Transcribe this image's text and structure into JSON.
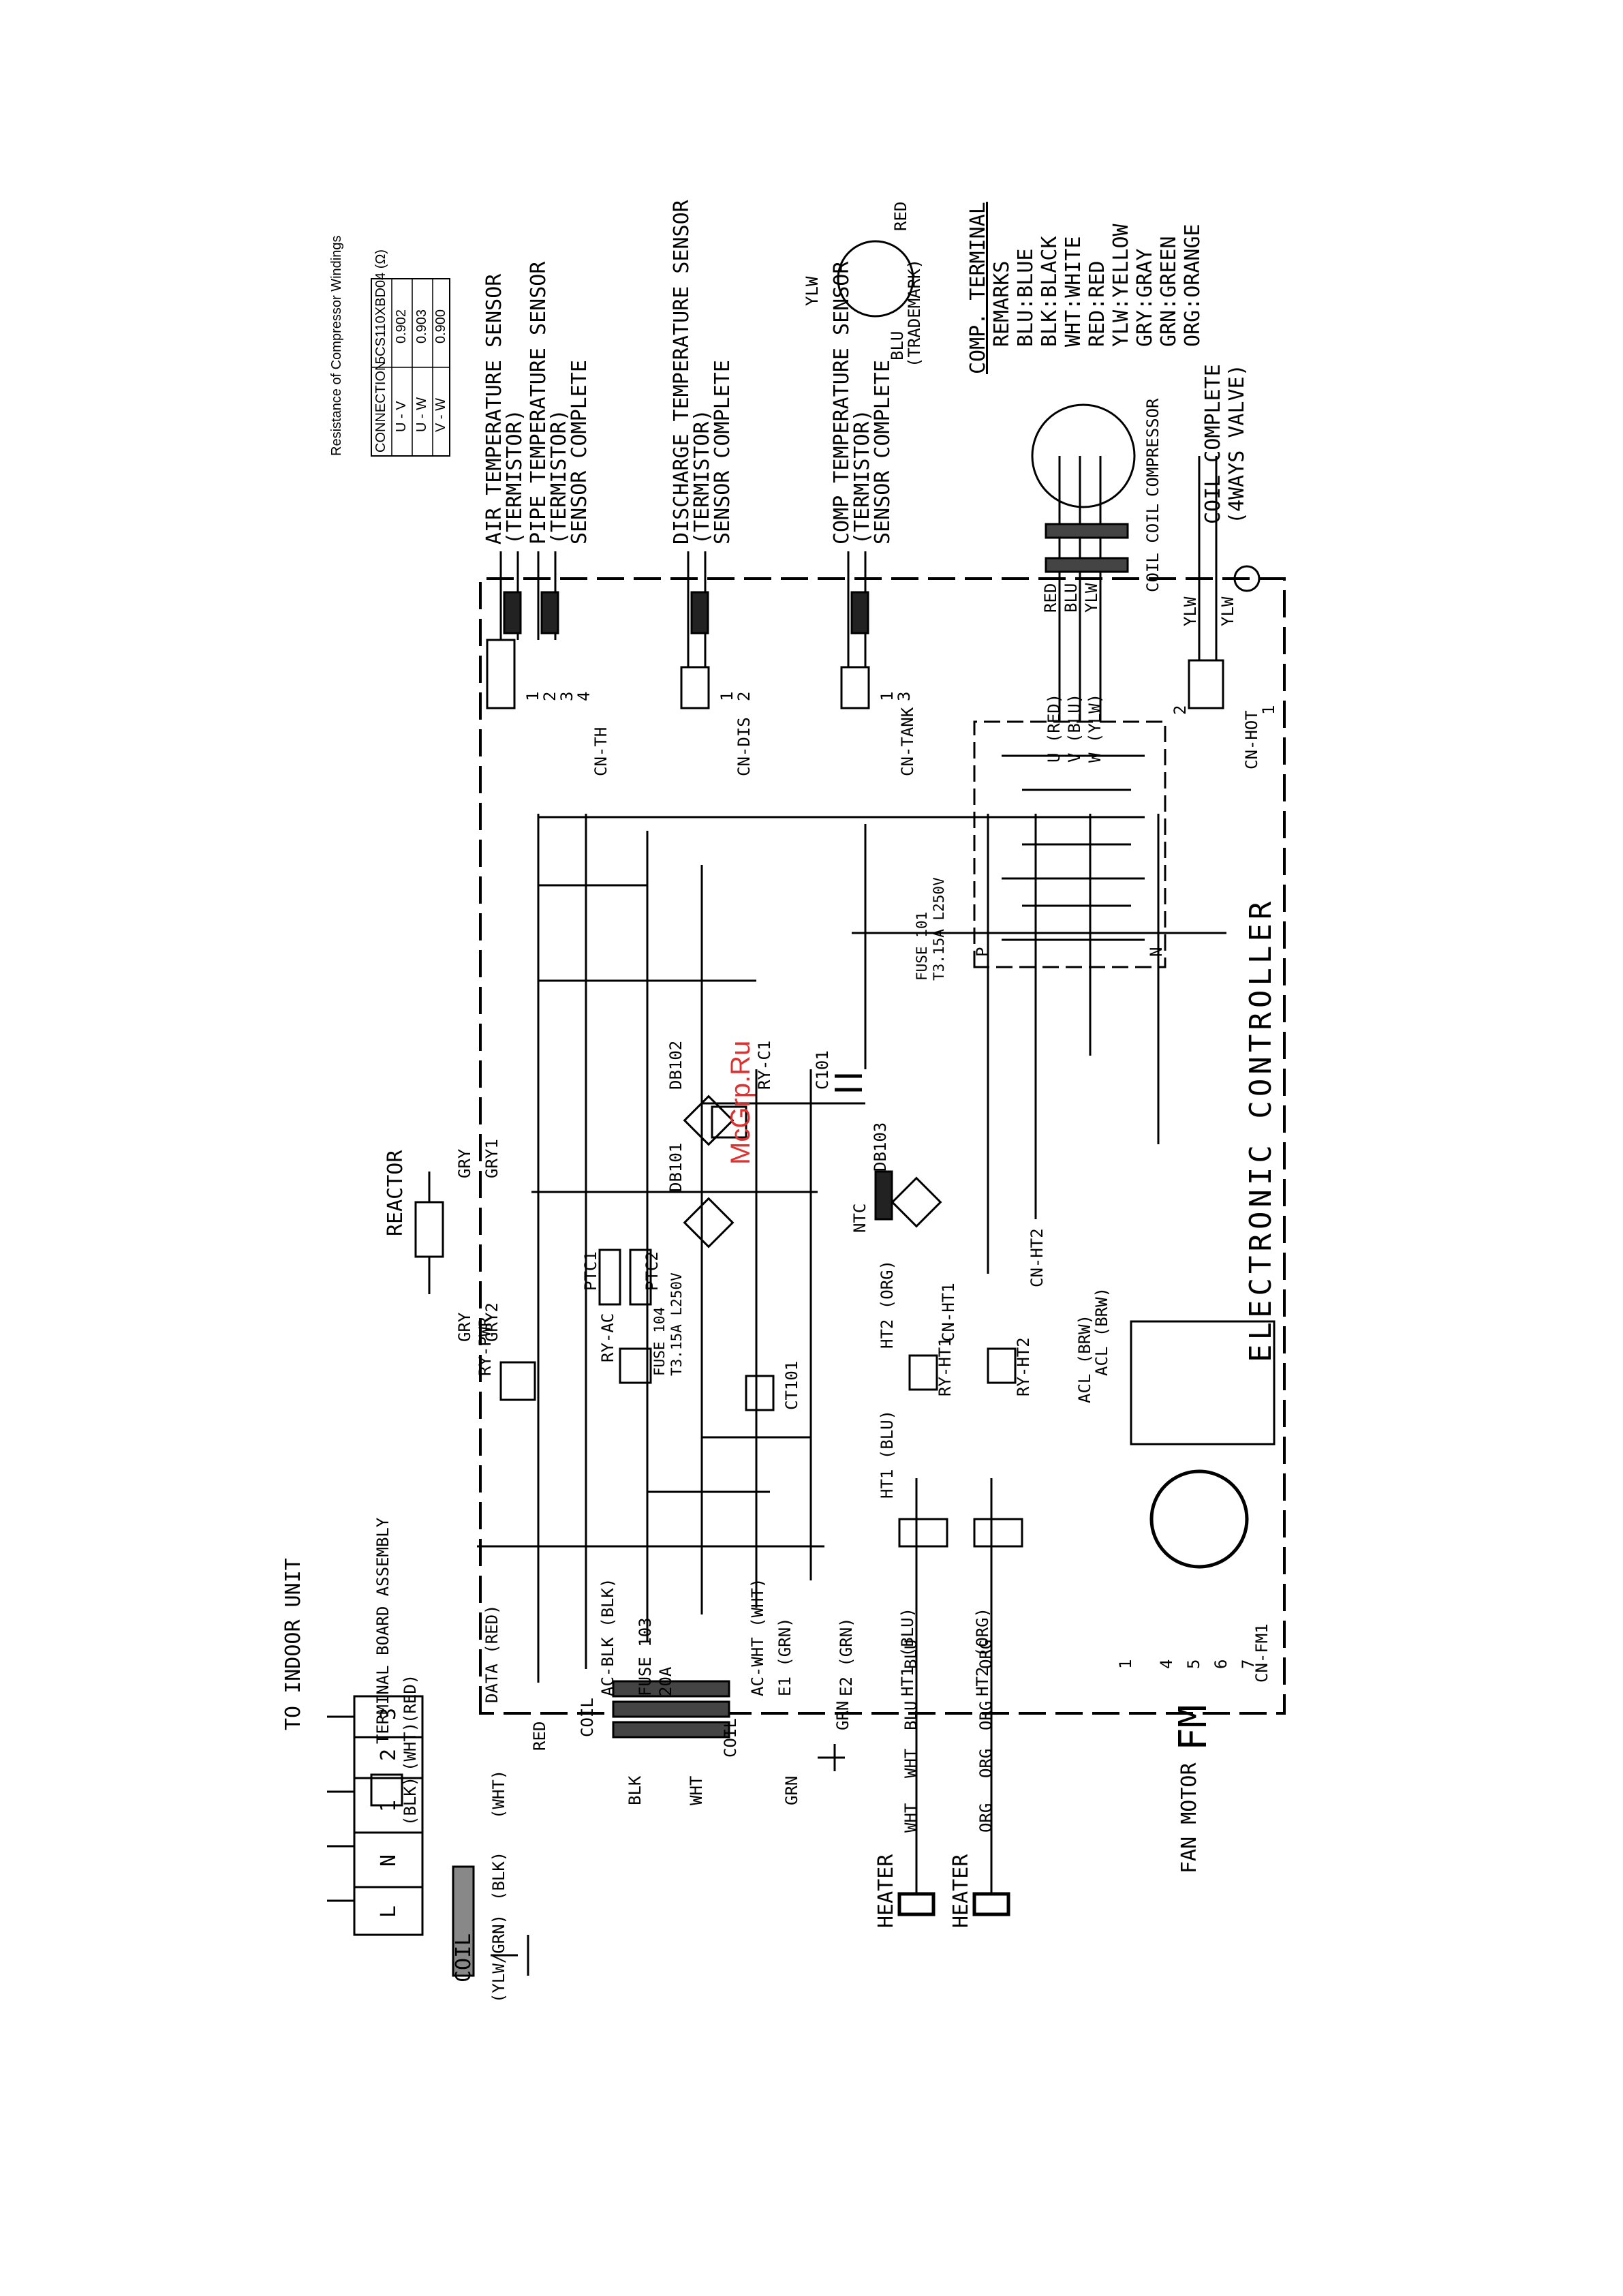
{
  "diagram": {
    "title_indoor": "TO INDOOR UNIT",
    "terminals_top": [
      "L",
      "N",
      "1",
      "2",
      "3"
    ],
    "terminals_color": [
      "(BLK)",
      "(WHT)",
      "(RED)"
    ],
    "terminal_board": "TERMINAL BOARD ASSEMBLY",
    "coil_label": "COIL",
    "wire_labels": {
      "blk": "(BLK)",
      "wht": "(WHT)",
      "ylw_grn": "(YLW/GRN)",
      "red": "RED",
      "blk2": "BLK",
      "wht2": "WHT",
      "coil2": "COIL",
      "grn": "GRN",
      "grn2": "GRN",
      "blu": "BLU",
      "blu2": "BLU",
      "org": "ORG",
      "org2": "ORG",
      "wht3": "WHT",
      "wht4": "WHT",
      "org3": "ORG",
      "org4": "ORG"
    },
    "heater": "HEATER",
    "heater2": "HEATER",
    "fan_motor": "FAN MOTOR",
    "fm": "FM",
    "reactor": "REACTOR",
    "gry": "GRY",
    "gry1": "GRY1",
    "gry_b": "GRY",
    "gry2": "GRY2",
    "ry_pwr": "RY-PWR",
    "ry_ac": "RY-AC",
    "fuse104": "FUSE 104",
    "fuse104_rating": "T3.15A L250V",
    "ptc1": "PTC1",
    "ptc2": "PTC2",
    "db101": "DB101",
    "db102": "DB102",
    "db103": "DB103",
    "ry_c1": "RY-C1",
    "c101": "C101",
    "ntc": "NTC",
    "fuse101": "FUSE 101",
    "fuse101_rating": "T3.15A L250V",
    "ct101": "CT101",
    "data_red": "DATA (RED)",
    "ac_blk": "AC-BLK (BLK)",
    "fuse103": "FUSE 103",
    "fuse103_rating": "20A",
    "ac_wht": "AC-WHT (WHT)",
    "e1_grn": "E1 (GRN)",
    "e2_grn": "E2 (GRN)",
    "ht1_blu": "HT1 (BLU)",
    "ht1_blu2": "HT1 (BLU)",
    "ht2_org": "HT2 (ORG)",
    "ht2_org2": "HT2 (ORG)",
    "ry_ht1": "RY-HT1",
    "ry_ht2": "RY-HT2",
    "acl_brw": "ACL (BRW)",
    "acl_brw2": "ACL (BRW)",
    "cn_ht1": "CN-HT1",
    "cn_ht2": "CN-HT2",
    "cn_fm1": "CN-FM1",
    "fm_pins": [
      "1",
      "4",
      "5",
      "6",
      "7"
    ],
    "electronic_controller": "ELECTRONIC CONTROLLER",
    "cn_th": "CN-TH",
    "cn_dis": "CN-DIS",
    "cn_tank": "CN-TANK",
    "cn_hot": "CN-HOT",
    "th_pins": [
      "1",
      "2",
      "3",
      "4"
    ],
    "dis_pins": [
      "1",
      "2"
    ],
    "tank_pins": [
      "1",
      "3"
    ],
    "hot_pins": [
      "2",
      "1"
    ],
    "uvw": [
      "U (RED)",
      "V (BLU)",
      "W (YLW)"
    ],
    "pn": [
      "P",
      "N"
    ],
    "sensor_air": [
      "AIR TEMPERATURE SENSOR",
      "(TERMISTOR)"
    ],
    "sensor_pipe": [
      "PIPE TEMPERATURE SENSOR",
      "(TERMISTOR)",
      "SENSOR COMPLETE"
    ],
    "sensor_dis": [
      "DISCHARGE TEMPERATURE SENSOR",
      "(TERMISTOR)",
      "SENSOR COMPLETE"
    ],
    "sensor_comp": [
      "COMP TEMPERATURE SENSOR",
      "(TERMISTOR)",
      "SENSOR COMPLETE"
    ],
    "comp_wires": [
      "RED",
      "BLU",
      "YLW"
    ],
    "coil_coil": "COIL COIL",
    "compressor": "COMPRESSOR",
    "valve_wires": [
      "YLW",
      "YLW"
    ],
    "coil_complete": [
      "COIL COMPLETE",
      "(4WAYS VALVE)"
    ],
    "comp_terminal": {
      "title": "COMP. TERMINAL",
      "red": "RED",
      "ylw": "YLW",
      "blu": "BLU",
      "trademark": "(TRADEMARK)",
      "remarks": [
        "REMARKS",
        "BLU:BLUE",
        "BLK:BLACK",
        "WHT:WHITE",
        "RED:RED",
        "YLW:YELLOW",
        "GRY:GRAY",
        "GRN:GREEN",
        "ORG:ORANGE"
      ]
    },
    "resistance_table": {
      "title": "Resistance of Compressor Windings",
      "headers": [
        "CONNECTION",
        "5CS110XBD04 (Ω)"
      ],
      "rows": [
        [
          "U - V",
          "0.902"
        ],
        [
          "U - W",
          "0.903"
        ],
        [
          "V - W",
          "0.900"
        ]
      ]
    },
    "watermark": "McGrp.Ru"
  }
}
